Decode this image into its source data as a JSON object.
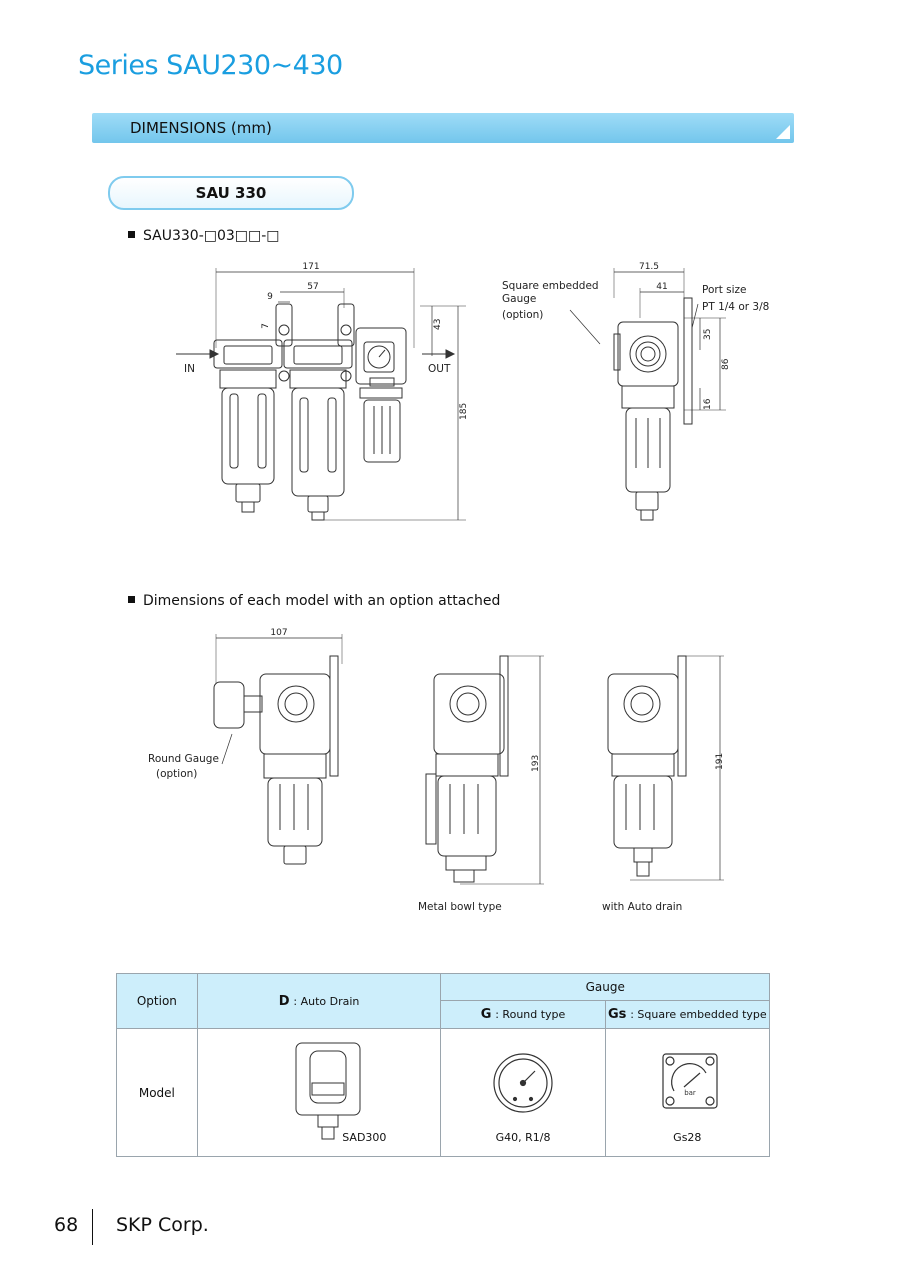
{
  "header": {
    "series_title": "Series SAU230~430",
    "section_title": "DIMENSIONS (mm)",
    "model_title": "SAU 330"
  },
  "drawing1": {
    "heading": "SAU330-□03□□-□",
    "dims": {
      "overall_width": "171",
      "offset_57": "57",
      "offset_9": "9",
      "offset_7": "7",
      "height_43": "43",
      "overall_height": "185",
      "side_width": "71.5",
      "side_41": "41",
      "side_35": "35",
      "side_86": "86",
      "side_16": "16"
    },
    "labels": {
      "inlet": "IN",
      "outlet": "OUT",
      "gauge_line1": "Square embedded",
      "gauge_line2": "Gauge",
      "gauge_line3": "(option)",
      "port_line1": "Port size",
      "port_line2": "PT 1/4 or 3/8"
    }
  },
  "drawing2": {
    "heading": "Dimensions of each model with an option attached",
    "dims": {
      "width_107": "107",
      "height_193": "193",
      "height_191": "191"
    },
    "labels": {
      "round_gauge_line1": "Round Gauge",
      "round_gauge_line2": "(option)",
      "metal_bowl": "Metal bowl type",
      "auto_drain": "with Auto drain"
    }
  },
  "option_table": {
    "option_header": "Option",
    "gauge_header": "Gauge",
    "model_header": "Model",
    "d_code": "D",
    "d_desc": ": Auto Drain",
    "g_code": "G",
    "g_desc": ": Round type",
    "gs_code": "Gs",
    "gs_desc": ": Square embedded  type",
    "d_model": "SAD300",
    "g_model": "G40, R1/8",
    "gs_model": "Gs28",
    "bar_label": "bar"
  },
  "footer": {
    "page_number": "68",
    "company": "SKP Corp."
  }
}
